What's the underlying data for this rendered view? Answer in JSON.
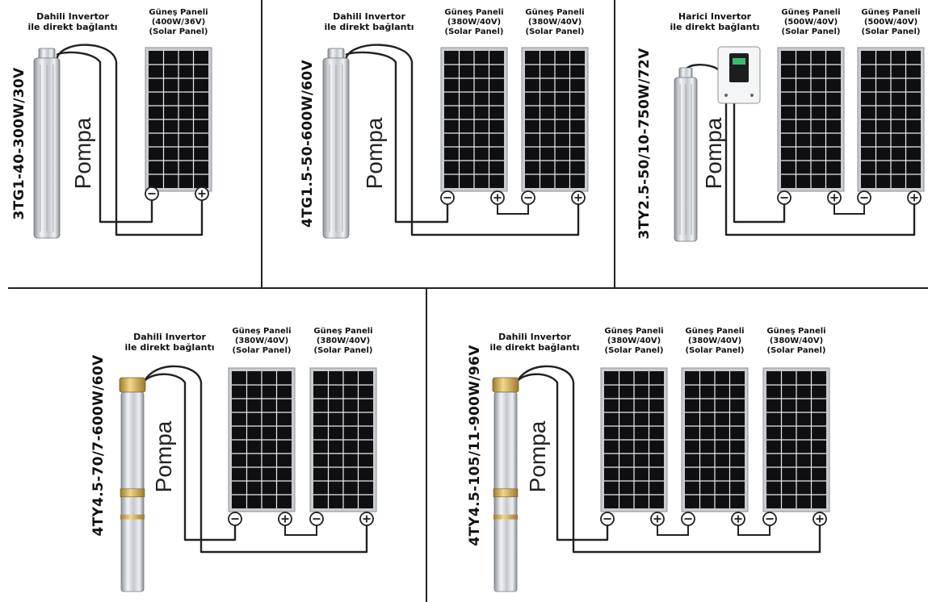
{
  "wiring_diagrams": [
    {
      "model": "3TG1-40-300W/30V",
      "connection": [
        "Dahili Invertor",
        "ile direkt bağlantı"
      ],
      "pump_label": "Pompa",
      "inverter": "built-in",
      "panels": [
        {
          "name": "Güneş Paneli",
          "spec": "(400W/36V)",
          "en": "(Solar Panel)"
        }
      ]
    },
    {
      "model": "4TG1.5-50-600W/60V",
      "connection": [
        "Dahili Invertor",
        "ile direkt bağlantı"
      ],
      "pump_label": "Pompa",
      "inverter": "built-in",
      "panels": [
        {
          "name": "Güneş Paneli",
          "spec": "(380W/40V)",
          "en": "(Solar Panel)"
        },
        {
          "name": "Güneş Paneli",
          "spec": "(380W/40V)",
          "en": "(Solar Panel)"
        }
      ]
    },
    {
      "model": "3TY2.5-50/10-750W/72V",
      "connection": [
        "Harici Invertor",
        "ile direkt bağlantı"
      ],
      "pump_label": "Pompa",
      "inverter": "external",
      "panels": [
        {
          "name": "Güneş Paneli",
          "spec": "(500W/40V)",
          "en": "(Solar Panel)"
        },
        {
          "name": "Güneş Paneli",
          "spec": "(500W/40V)",
          "en": "(Solar Panel)"
        }
      ]
    },
    {
      "model": "4TY4.5-70/7-600W/60V",
      "connection": [
        "Dahili Invertor",
        "ile direkt bağlantı"
      ],
      "pump_label": "Pompa",
      "inverter": "built-in",
      "panels": [
        {
          "name": "Güneş Paneli",
          "spec": "(380W/40V)",
          "en": "(Solar Panel)"
        },
        {
          "name": "Güneş Paneli",
          "spec": "(380W/40V)",
          "en": "(Solar Panel)"
        }
      ]
    },
    {
      "model": "4TY4.5-105/11-900W/96V",
      "connection": [
        "Dahili Invertor",
        "ile direkt bağlantı"
      ],
      "pump_label": "Pompa",
      "inverter": "built-in",
      "panels": [
        {
          "name": "Güneş Paneli",
          "spec": "(380W/40V)",
          "en": "(Solar Panel)"
        },
        {
          "name": "Güneş Paneli",
          "spec": "(380W/40V)",
          "en": "(Solar Panel)"
        },
        {
          "name": "Güneş Paneli",
          "spec": "(380W/40V)",
          "en": "(Solar Panel)"
        }
      ]
    }
  ],
  "terminal_symbols": {
    "negative": "−",
    "positive": "+"
  },
  "colors": {
    "line": "#222222",
    "panel_cell": "#0f0f12",
    "panel_frame": "#c9ccd0",
    "pump_steel": "#b9bec4",
    "pump_brass": "#c9a24a"
  }
}
